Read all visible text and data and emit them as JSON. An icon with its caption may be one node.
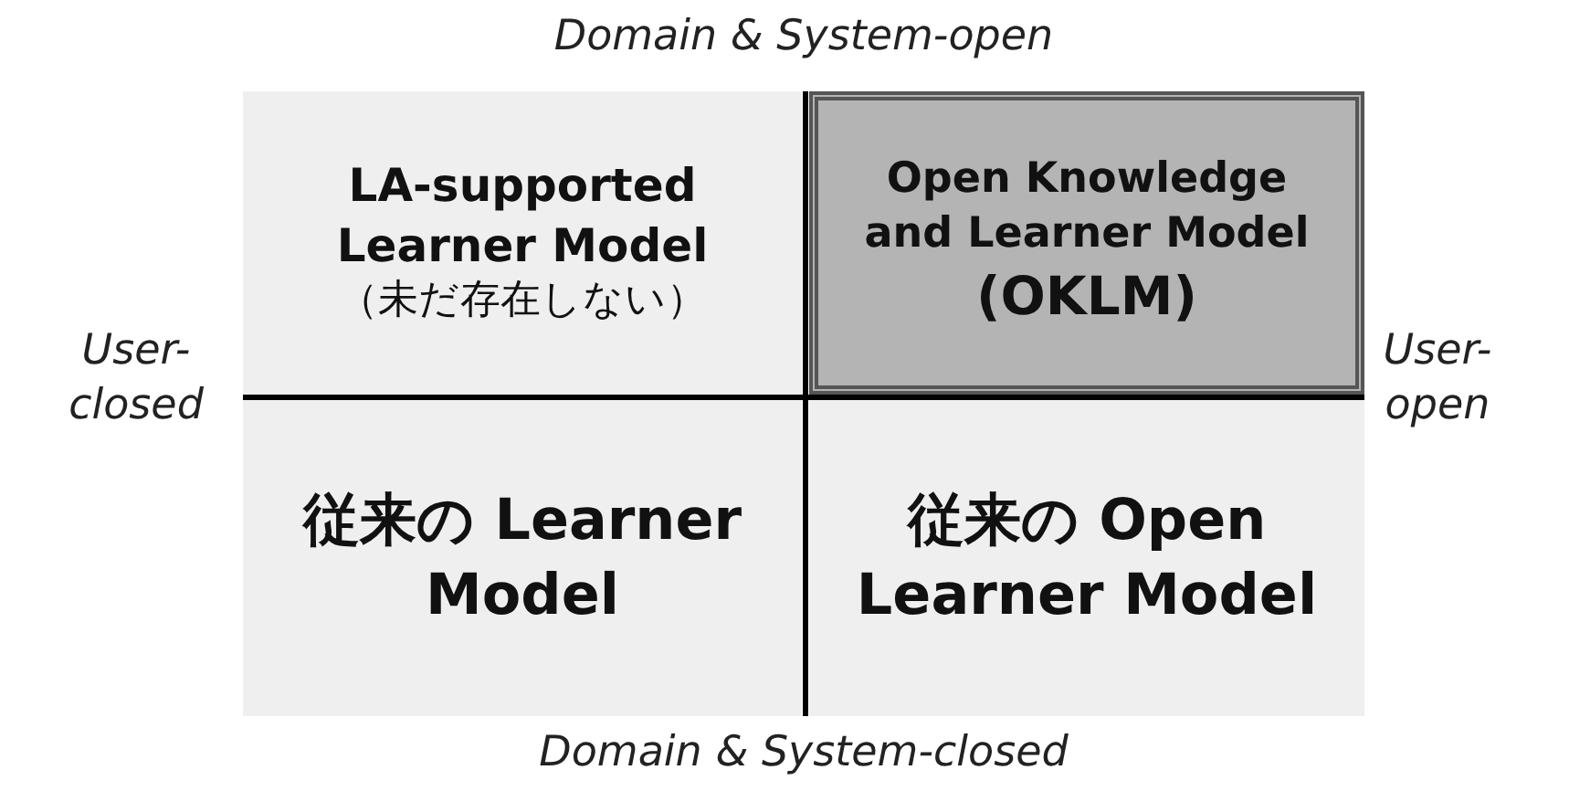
{
  "diagram": {
    "nodes": [
      {
        "text": [
          "LA-supported Learner Model",
          "（未だ存在しない）"
        ]
      },
      {
        "text": [
          "Open Knowledge and Learner Model",
          "(OKLM)"
        ]
      },
      {
        "text": [
          "従来の Learner Model"
        ]
      },
      {
        "text": [
          "従来の Open Learner Model"
        ]
      }
    ],
    "edges": [],
    "labels": [
      "Domain & System-open",
      "User-closed",
      "User-open",
      "Domain & System-closed"
    ]
  }
}
